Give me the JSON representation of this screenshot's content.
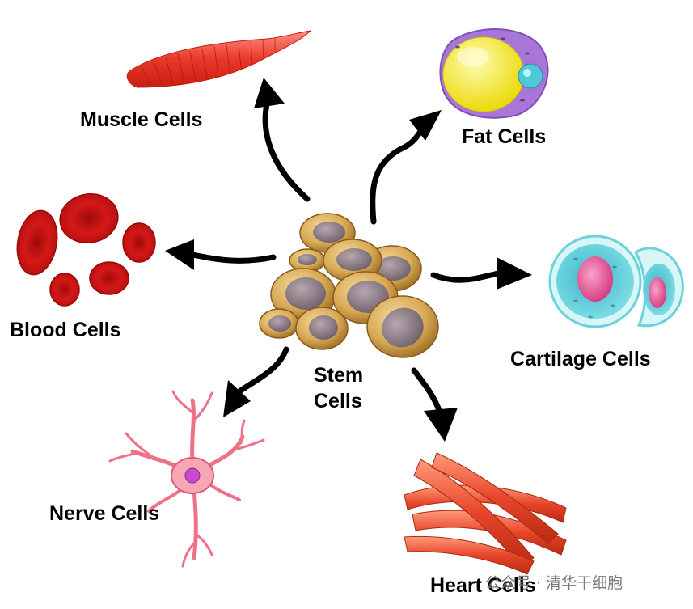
{
  "labels": {
    "muscle": "Muscle Cells",
    "fat": "Fat Cells",
    "blood": "Blood Cells",
    "cartilage": "Cartilage Cells",
    "stem_line1": "Stem",
    "stem_line2": "Cells",
    "nerve": "Nerve Cells",
    "heart": "Heart Cells"
  },
  "watermark": "公众号 · 清华干细胞",
  "colors": {
    "arrow": "#000000",
    "stem_cell_outer": "#c89a4a",
    "stem_cell_nucleus": "#8c7a82",
    "muscle": "#e8392a",
    "fat_outer": "#a776d6",
    "fat_inner": "#f4ec1a",
    "blood": "#d11616",
    "cartilage_outer": "#7fe0e6",
    "cartilage_nucleus": "#e8559a",
    "nerve": "#f07088",
    "heart": "#e83a22"
  }
}
